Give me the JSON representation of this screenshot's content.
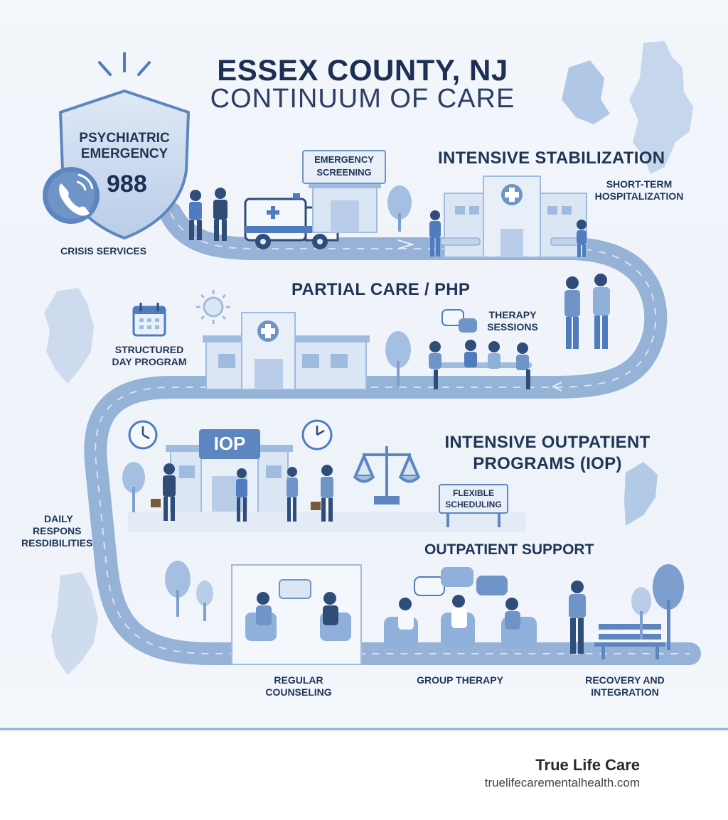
{
  "title": {
    "line1": "ESSEX COUNTY, NJ",
    "line2": "CONTINUUM OF CARE"
  },
  "crisis": {
    "shield_line1": "PSYCHIATRIC",
    "shield_line2": "EMERGENCY",
    "hotline": "988",
    "label": "CRISIS SERVICES"
  },
  "emergency_screening": {
    "line1": "EMERGENCY",
    "line2": "SCREENING"
  },
  "stabilization": {
    "heading": "INTENSIVE STABILIZATION",
    "sub_line1": "SHORT-TERM",
    "sub_line2": "HOSPITALIZATION"
  },
  "partial_care": {
    "heading": "PARTIAL CARE / PHP",
    "left_line1": "STRUCTURED",
    "left_line2": "DAY PROGRAM",
    "right_line1": "THERAPY",
    "right_line2": "SESSIONS"
  },
  "iop": {
    "building_sign": "IOP",
    "heading_line1": "INTENSIVE OUTPATIENT",
    "heading_line2": "PROGRAMS (IOP)",
    "sign_line1": "FLEXIBLE",
    "sign_line2": "SCHEDULING",
    "left_line1": "DAILY",
    "left_line2": "RESPONS",
    "left_line3": "RESDIBILITIES"
  },
  "outpatient": {
    "heading": "OUTPATIENT SUPPORT",
    "a_line1": "REGULAR",
    "a_line2": "COUNSELING",
    "b_line1": "GROUP THERAPY",
    "c_line1": "RECOVERY AND",
    "c_line2": "INTEGRATION"
  },
  "footer": {
    "name": "True Life Care",
    "url": "truelifecarementalhealth.com"
  },
  "colors": {
    "path": "#6f95c8",
    "path_light": "#a9c2e3",
    "navy": "#1f3556",
    "accent": "#4f7cbf",
    "soft": "#cfdcef"
  },
  "icons": [
    "phone-icon",
    "calendar-icon",
    "sun-icon",
    "clock-icon",
    "scales-icon",
    "speech-bubble-icon",
    "medical-cross-icon",
    "new-jersey-map-icon"
  ]
}
